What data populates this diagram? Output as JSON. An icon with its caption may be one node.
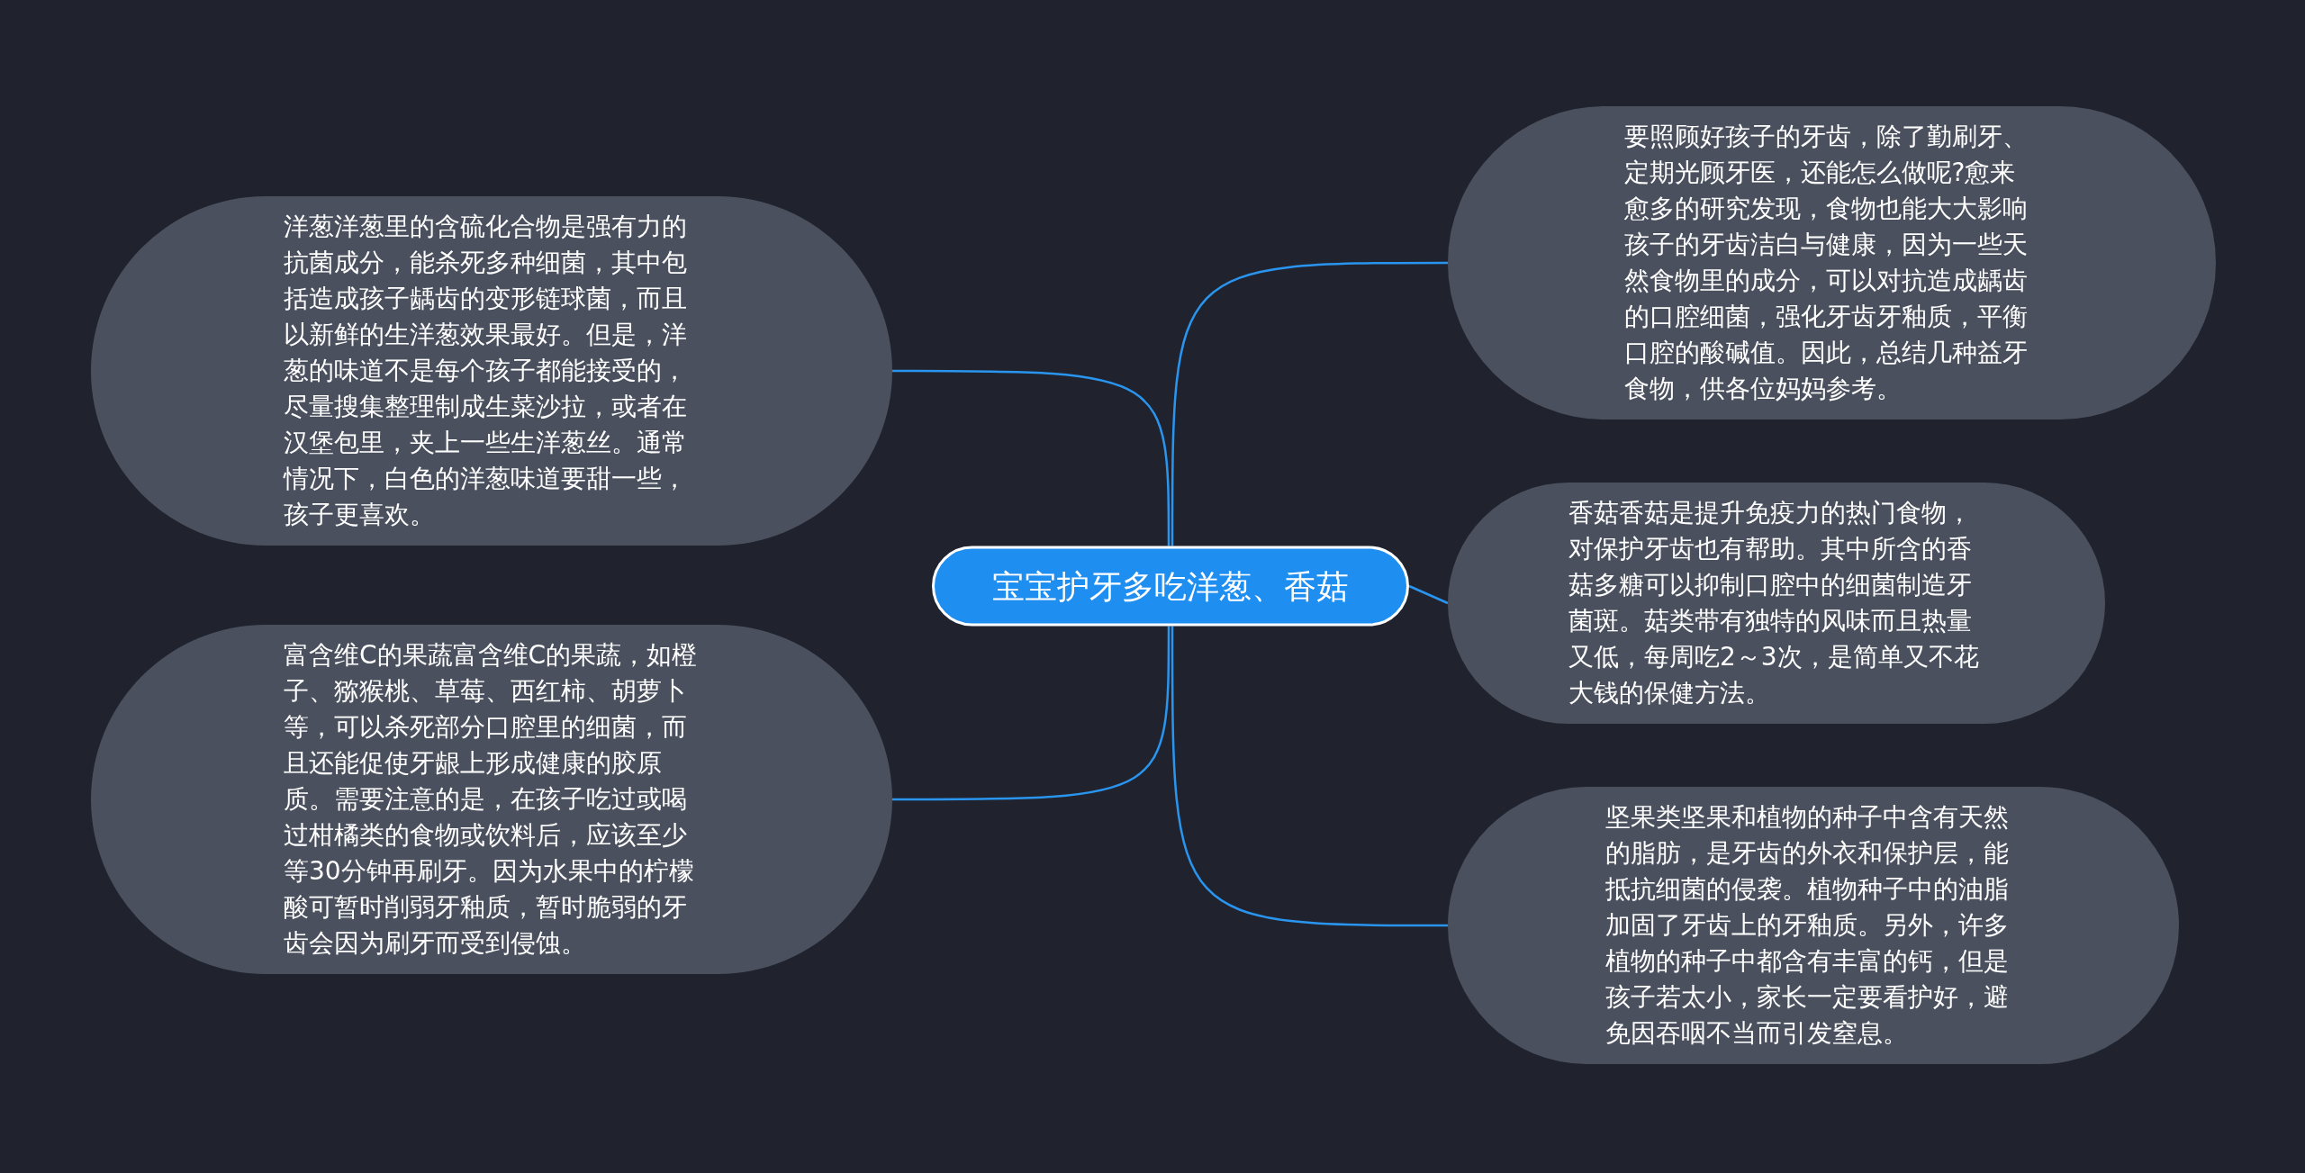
{
  "diagram": {
    "nodes": [
      {
        "text": [
          "宝宝护牙多吃洋葱、香菇"
        ]
      },
      {
        "text": [
          "洋葱洋葱里的含硫化合物是强有力的抗菌成分，能杀死多种细菌，其中包括造成孩子龋齿的变形链球菌，而且以新鲜的生洋葱效果最好。但是，洋葱的味道不是每个孩子都能接受的，尽量搜集整理制成生菜沙拉，或者在汉堡包里，夹上一些生洋葱丝。通常情况下，白色的洋葱味道要甜一些，孩子更喜欢。"
        ]
      },
      {
        "text": [
          "富含维C的果蔬富含维C的果蔬，如橙子、猕猴桃、草莓、西红柿、胡萝卜等，可以杀死部分口腔里的细菌，而且还能促使牙龈上形成健康的胶原质。需要注意的是，在孩子吃过或喝过柑橘类的食物或饮料后，应该至少等30分钟再刷牙。因为水果中的柠檬酸可暂时削弱牙釉质，暂时脆弱的牙齿会因为刷牙而受到侵蚀。"
        ]
      },
      {
        "text": [
          "要照顾好孩子的牙齿，除了勤刷牙、定期光顾牙医，还能怎么做呢?愈来愈多的研究发现，食物也能大大影响孩子的牙齿洁白与健康，因为一些天然食物里的成分，可以对抗造成龋齿的口腔细菌，强化牙齿牙釉质，平衡口腔的酸碱值。因此，总结几种益牙食物，供各位妈妈参考。"
        ]
      },
      {
        "text": [
          "香菇香菇是提升免疫力的热门食物，对保护牙齿也有帮助。其中所含的香菇多糖可以抑制口腔中的细菌制造牙菌斑。菇类带有独特的风味而且热量又低，每周吃2～3次，是简单又不花大钱的保健方法。"
        ]
      },
      {
        "text": [
          "坚果类坚果和植物的种子中含有天然的脂肪，是牙齿的外衣和保护层，能抵抗细菌的侵袭。植物种子中的油脂加固了牙齿上的牙釉质。另外，许多植物的种子中都含有丰富的钙，但是孩子若太小，家长一定要看护好，避免因吞咽不当而引发窒息。"
        ]
      }
    ],
    "edges": [
      {
        "from": 0,
        "to": 1,
        "arrow": "none"
      },
      {
        "from": 0,
        "to": 2,
        "arrow": "none"
      },
      {
        "from": 0,
        "to": 3,
        "arrow": "none"
      },
      {
        "from": 0,
        "to": 4,
        "arrow": "none"
      },
      {
        "from": 0,
        "to": 5,
        "arrow": "none"
      }
    ]
  }
}
